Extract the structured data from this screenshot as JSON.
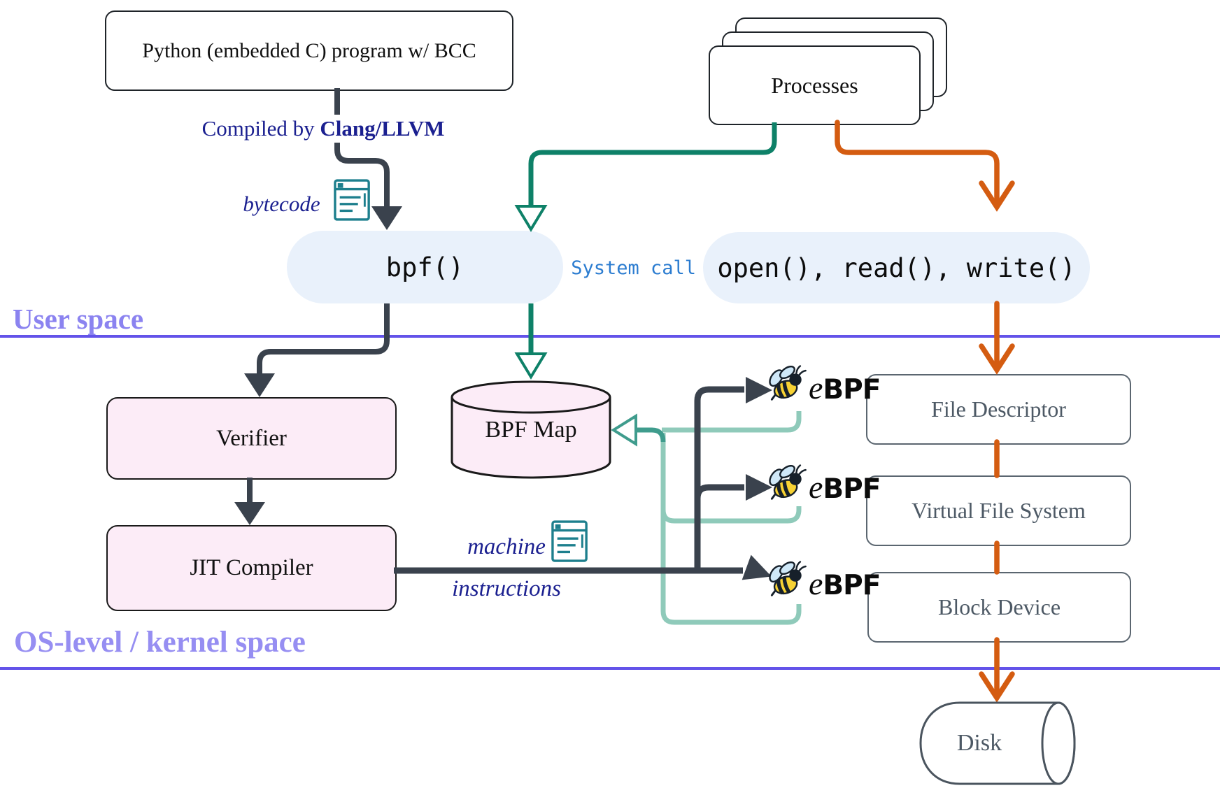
{
  "title": "eBPF / BCC architecture diagram",
  "regions": {
    "user_space": "User space",
    "kernel_space": "OS-level / kernel space"
  },
  "nodes": {
    "python": "Python (embedded C) program w/ BCC",
    "processes": "Processes",
    "bpf_call": "bpf()",
    "syscalls": "open(), read(), write()",
    "verifier": "Verifier",
    "bpf_map": "BPF Map",
    "jit": "JIT Compiler",
    "file_descriptor": "File Descriptor",
    "vfs": "Virtual File System",
    "block_device": "Block Device",
    "disk": "Disk"
  },
  "labels": {
    "compiled_prefix": "Compiled by",
    "compiled_tool": "Clang/LLVM",
    "bytecode": "bytecode",
    "system_call": "System call",
    "machine_1": "machine",
    "machine_2": "instructions",
    "ebpf_e": "e",
    "ebpf_bpf": "BPF"
  },
  "icons": {
    "bytecode_icon": "document-icon",
    "machine_icon": "document-icon",
    "ebpf_icon": "bee-icon"
  },
  "colors": {
    "dark_arrow": "#3a424d",
    "teal_arrow": "#0e8168",
    "medium_teal_arrow": "#3f9c8d",
    "light_teal_arrow": "#8fcaba",
    "orange_arrow": "#d45c11",
    "divider_purple": "#6353e9",
    "space_label_purple": "#8b83f0",
    "navy_label": "#1b2090",
    "system_call_blue": "#2b7cd0",
    "pill_fill": "#e9f1fb",
    "pink_fill": "#fcecf7",
    "gray_box_border": "#5b6670",
    "gray_box_text": "#4d5965",
    "icon_teal": "#1d7f8d",
    "bee_yellow": "#f7d234",
    "bee_wing_blue": "#cfe8f8"
  }
}
